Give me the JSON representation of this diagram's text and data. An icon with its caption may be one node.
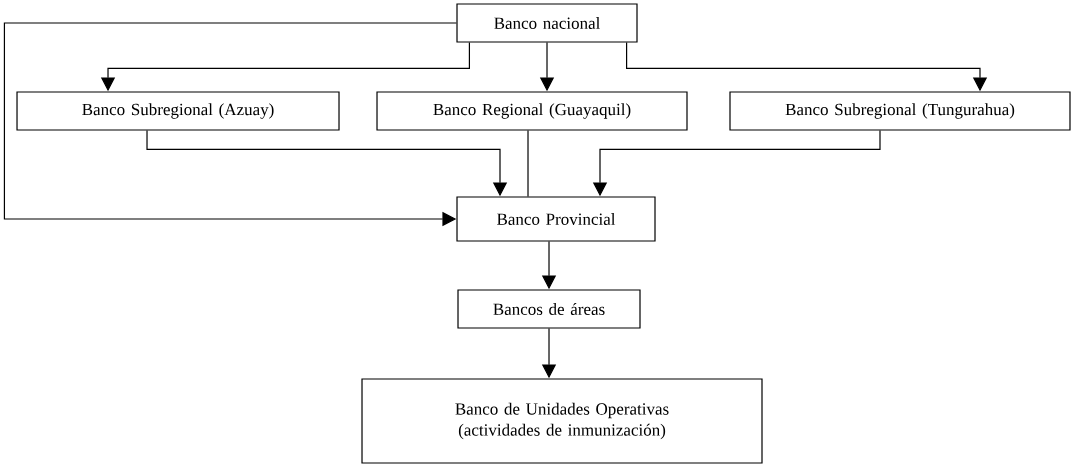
{
  "diagram": {
    "nodes": [
      {
        "text": [
          "Banco nacional"
        ]
      },
      {
        "text": [
          "Banco Subregional (Azuay)"
        ]
      },
      {
        "text": [
          "Banco Regional (Guayaquil)"
        ]
      },
      {
        "text": [
          "Banco Subregional (Tungurahua)"
        ]
      },
      {
        "text": [
          "Banco Provincial"
        ]
      },
      {
        "text": [
          "Bancos de áreas"
        ]
      },
      {
        "text": [
          "Banco de Unidades Operativas (actividades de inmunización)"
        ]
      }
    ],
    "edges": [
      {
        "from": 0,
        "to": 1,
        "arrow": "to"
      },
      {
        "from": 0,
        "to": 2,
        "arrow": "to"
      },
      {
        "from": 0,
        "to": 3,
        "arrow": "to"
      },
      {
        "from": 0,
        "to": 4,
        "arrow": "to"
      },
      {
        "from": 1,
        "to": 4,
        "arrow": "to"
      },
      {
        "from": 2,
        "to": 4,
        "arrow": "none"
      },
      {
        "from": 3,
        "to": 4,
        "arrow": "to"
      },
      {
        "from": 4,
        "to": 5,
        "arrow": "to"
      },
      {
        "from": 5,
        "to": 6,
        "arrow": "to"
      }
    ]
  }
}
